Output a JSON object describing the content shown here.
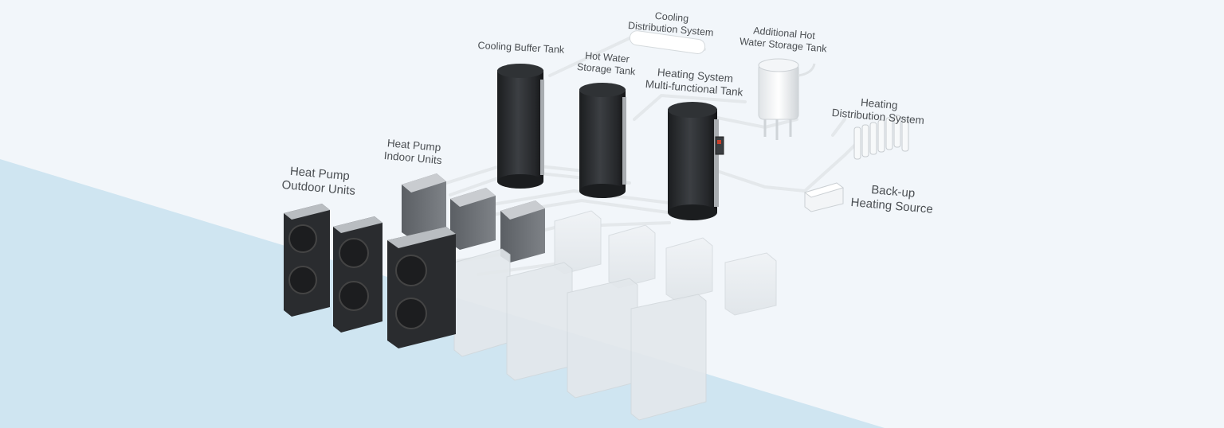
{
  "labels": {
    "cooling_distribution": [
      "Cooling",
      "Distribution System"
    ],
    "cooling_buffer_tank": [
      "Cooling Buffer Tank"
    ],
    "hot_water_storage_tank": [
      "Hot Water",
      "Storage Tank"
    ],
    "heating_multifunctional_tank": [
      "Heating System",
      "Multi-functional Tank"
    ],
    "additional_hot_water_tank": [
      "Additional Hot",
      "Water Storage Tank"
    ],
    "heating_distribution": [
      "Heating",
      "Distribution System"
    ],
    "heat_pump_indoor_units": [
      "Heat Pump",
      "Indoor Units"
    ],
    "heat_pump_outdoor_units": [
      "Heat Pump",
      "Outdoor Units"
    ],
    "backup_heating_source": [
      "Back-up",
      "Heating Source"
    ]
  },
  "colors": {
    "floor_white": "#f2f6fa",
    "floor_blue": "#cfe5f1",
    "unit_dark": "#2a2c2f",
    "indoor_gray": "#6f7378",
    "ghost_unit": "#e6eaee",
    "pipe": "#e9edf0",
    "text": "#4a4e52"
  }
}
